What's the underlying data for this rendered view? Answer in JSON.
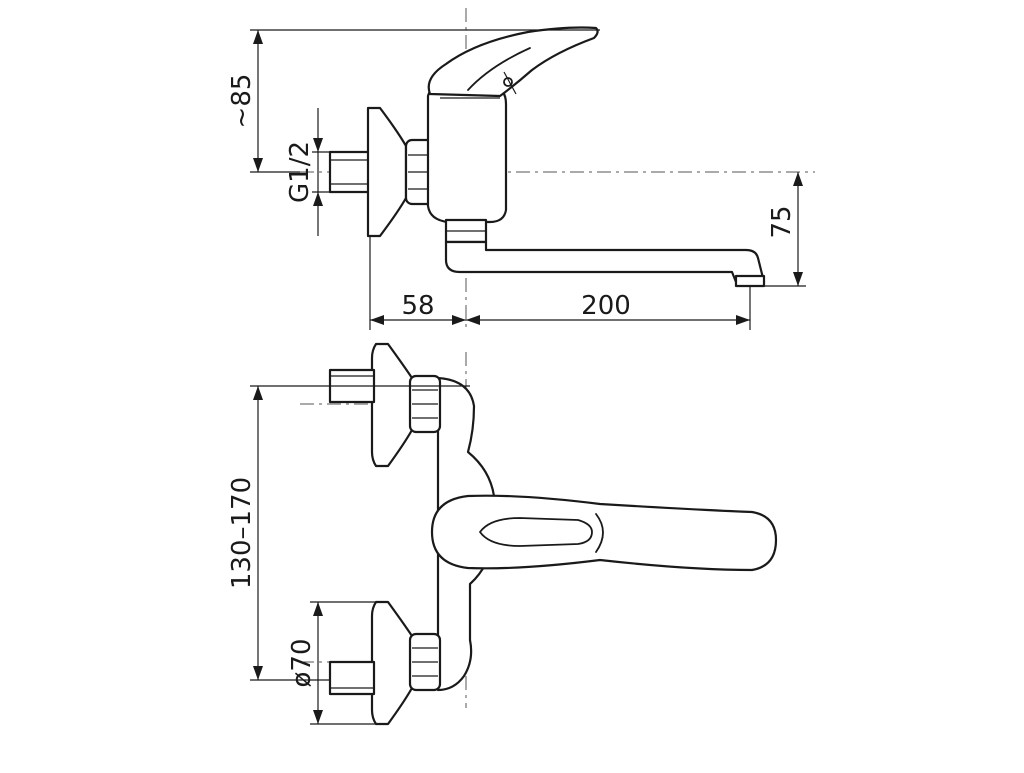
{
  "dimensions": {
    "handle_height": "~85",
    "thread": "G1/2",
    "spout_height": "75",
    "wall_offset": "58",
    "spout_length": "200",
    "center_distance": "130–170",
    "rosette_diameter": "ø70"
  }
}
